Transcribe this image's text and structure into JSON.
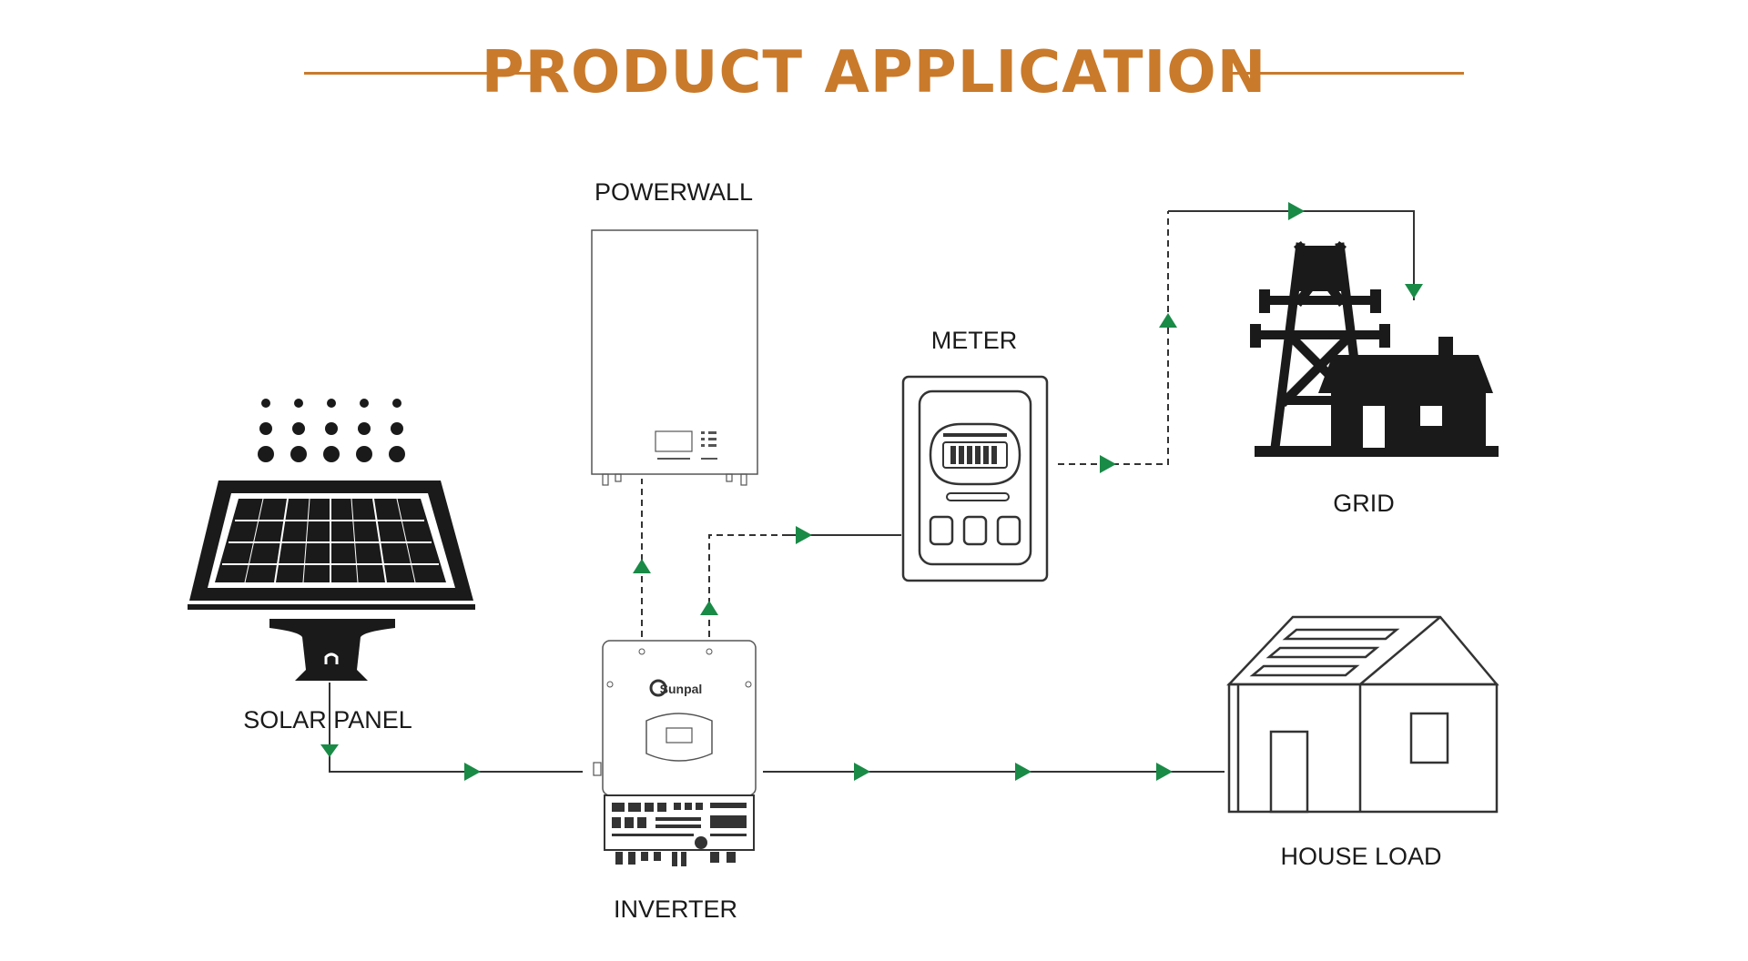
{
  "title": "PRODUCT APPLICATION",
  "colors": {
    "title": "#c97a2b",
    "arrow": "#1a8a47",
    "line": "#333333",
    "icon": "#1a1a1a"
  },
  "icons": [
    "solar-panel-icon",
    "powerwall-icon",
    "inverter-icon",
    "meter-icon",
    "grid-tower-icon",
    "house-icon"
  ],
  "labels": {
    "powerwall": "POWERWALL",
    "meter": "METER",
    "grid": "GRID",
    "solar_panel": "SOLAR PANEL",
    "inverter": "INVERTER",
    "house_load": "HOUSE LOAD"
  },
  "inverter_brand": "Sunpal"
}
